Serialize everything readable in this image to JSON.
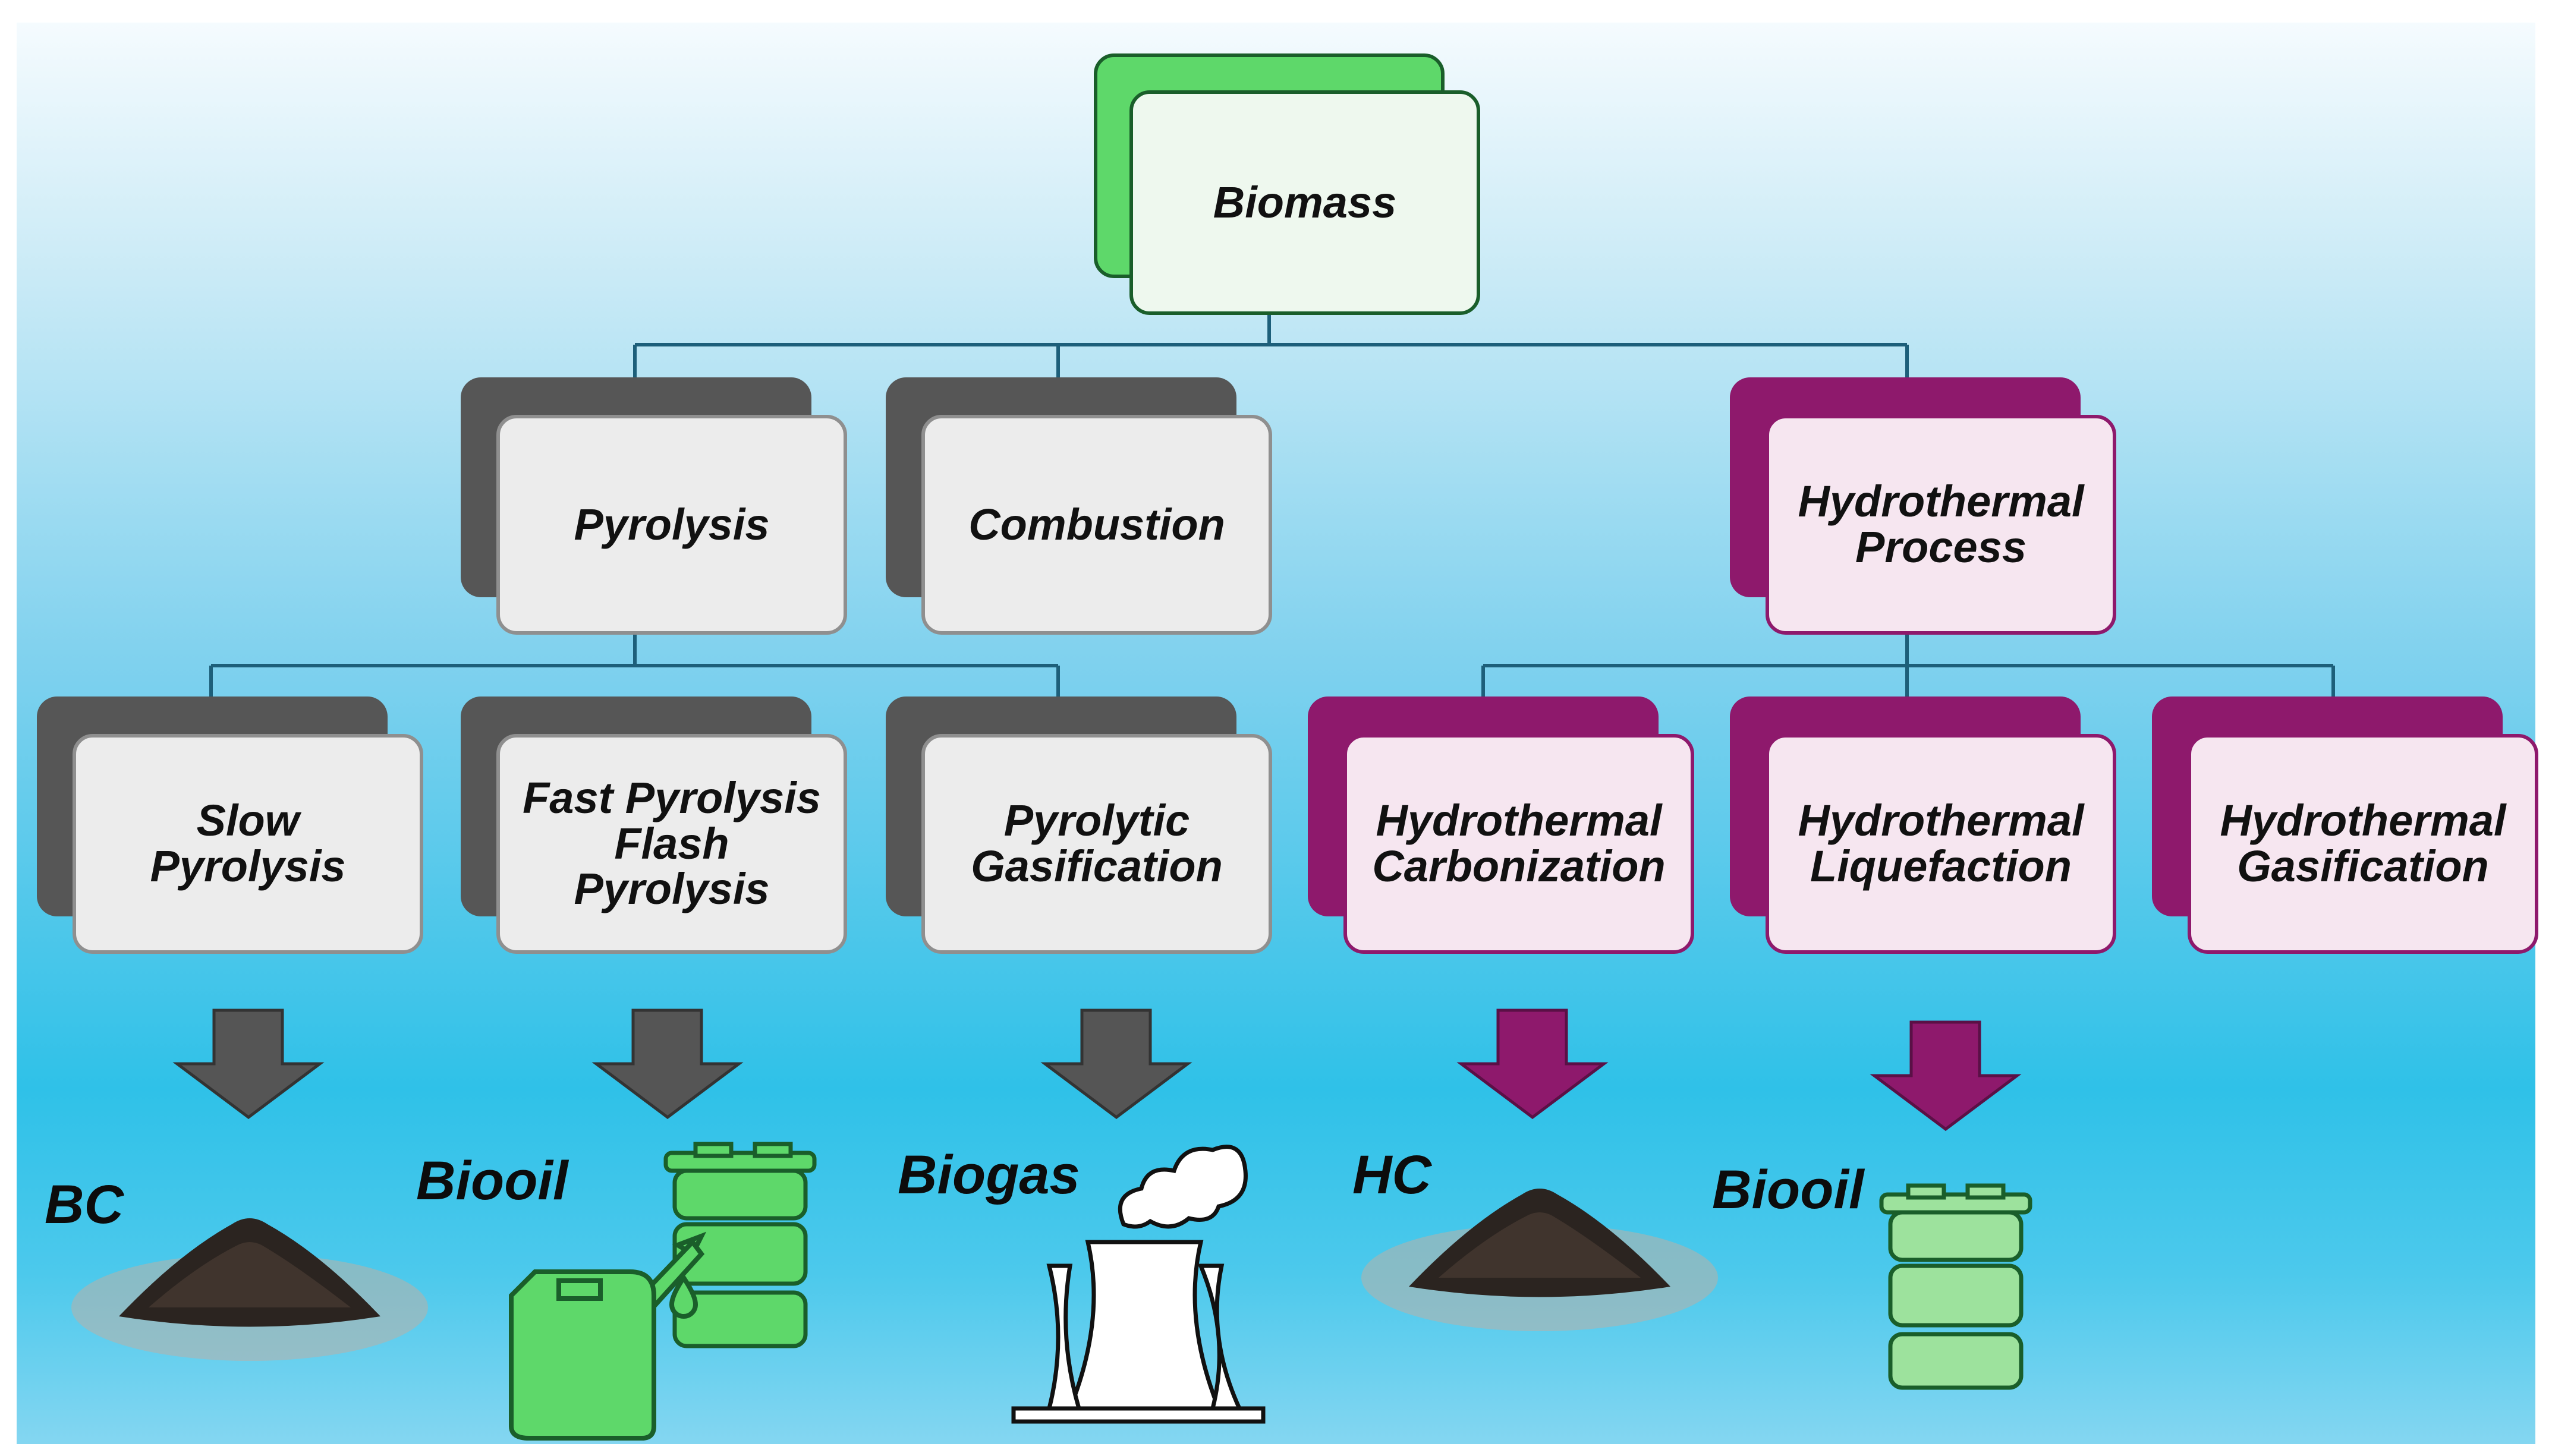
{
  "root": {
    "label": "Biomass"
  },
  "level1": {
    "pyrolysis": "Pyrolysis",
    "combustion": "Combustion",
    "hydrothermal": "Hydrothermal\nProcess"
  },
  "level2": {
    "slow": "Slow\nPyrolysis",
    "fast": "Fast Pyrolysis\nFlash\nPyrolysis",
    "gasification": "Pyrolytic\nGasification",
    "htc": "Hydrothermal\nCarbonization",
    "htl": "Hydrothermal\nLiquefaction",
    "htg": "Hydrothermal\nGasification"
  },
  "products": {
    "bc": "BC",
    "biooil1": "Biooil",
    "biogas": "Biogas",
    "hc": "HC",
    "biooil2": "Biooil"
  },
  "colors": {
    "connector": "#1d5f7a",
    "green": "#5ed86a",
    "grey": "#565656",
    "purple": "#8e196c"
  },
  "icons": [
    "char-pile-icon",
    "oil-barrel-icon",
    "jerrycan-icon",
    "cooling-tower-icon",
    "smoke-cloud-icon",
    "down-arrow-icon"
  ]
}
